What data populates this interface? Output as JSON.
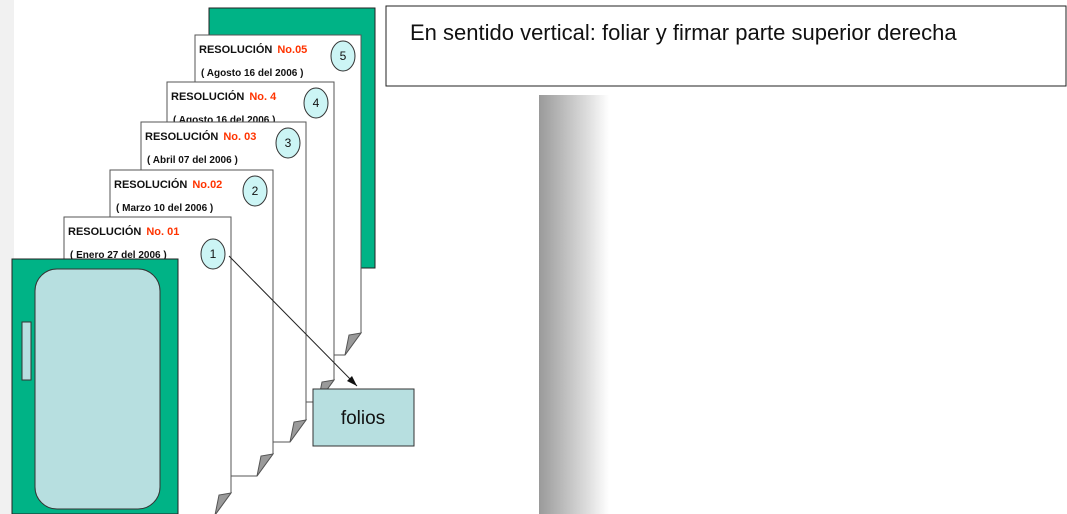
{
  "note": {
    "text": "En sentido vertical: foliar y firmar parte superior derecha"
  },
  "folios_label": "folios",
  "resolutions": [
    {
      "title": "RESOLUCIÓN",
      "number": "No. 01",
      "date": "( Enero 27 del 2006 )",
      "folio": "1"
    },
    {
      "title": "RESOLUCIÓN",
      "number": "No.02",
      "date": "( Marzo  10 del 2006 )",
      "folio": "2"
    },
    {
      "title": "RESOLUCIÓN",
      "number": "No. 03",
      "date": "( Abril  07 del 2006 )",
      "folio": "3"
    },
    {
      "title": "RESOLUCIÓN",
      "number": "No. 4",
      "date": "( Agosto 16 del 2006 )",
      "folio": "4"
    },
    {
      "title": "RESOLUCIÓN",
      "number": "No.05",
      "date": "( Agosto 16 del 2006 )",
      "folio": "5"
    }
  ],
  "colors": {
    "folder_green": "#00b386",
    "folder_window": "#b7dfe0",
    "circle_fill": "#ccf5f5",
    "number_red": "#ff3300",
    "folios_box": "#b7dfe0",
    "page_fill": "#ffffff",
    "page_stroke": "#555555"
  }
}
